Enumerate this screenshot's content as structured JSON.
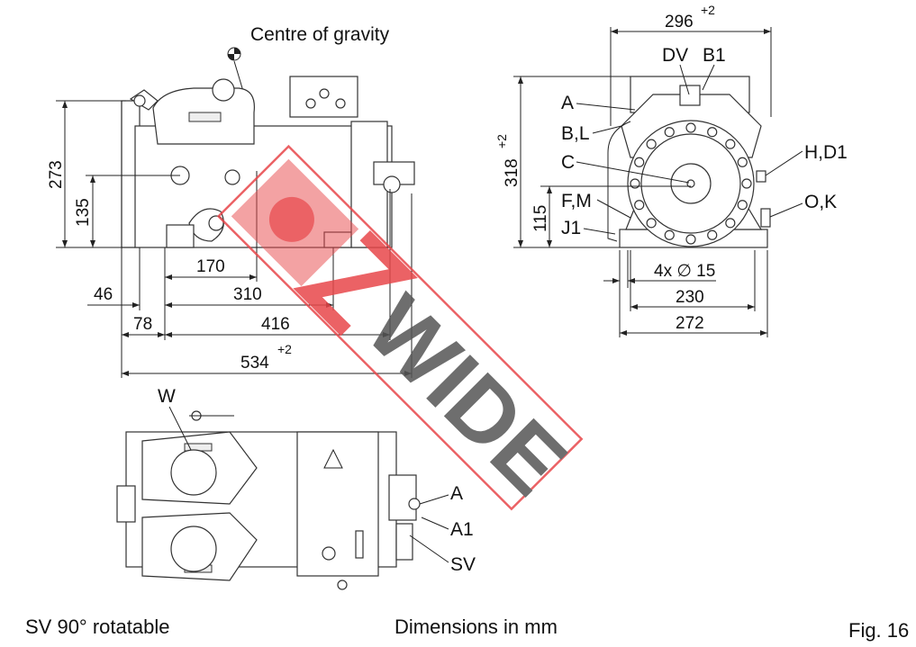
{
  "title": "Centre of gravity",
  "side_view": {
    "dims": {
      "height_total": "273",
      "height_cog": "135",
      "d170": "170",
      "d46": "46",
      "d310": "310",
      "d78": "78",
      "d416": "416",
      "d534": "534",
      "tol534": "+2"
    }
  },
  "front_view": {
    "dims": {
      "width_top": "296",
      "tol296": "+2",
      "height": "318",
      "tol318": "+2",
      "height_c": "115",
      "holes": "4x ∅ 15",
      "d230": "230",
      "d272": "272"
    },
    "labels": {
      "DV": "DV",
      "B1": "B1",
      "A": "A",
      "BL": "B,L",
      "C": "C",
      "FM": "F,M",
      "J1": "J1",
      "HD1": "H,D1",
      "OK": "O,K"
    }
  },
  "top_view": {
    "labels": {
      "W": "W",
      "A": "A",
      "A1": "A1",
      "SV": "SV"
    }
  },
  "footer": {
    "left": "SV 90° rotatable",
    "center": "Dimensions in mm",
    "right": "Fig. 16"
  },
  "watermark": {
    "text": "ZWIDE",
    "color": "#e8474b",
    "text_color": "#555555"
  }
}
